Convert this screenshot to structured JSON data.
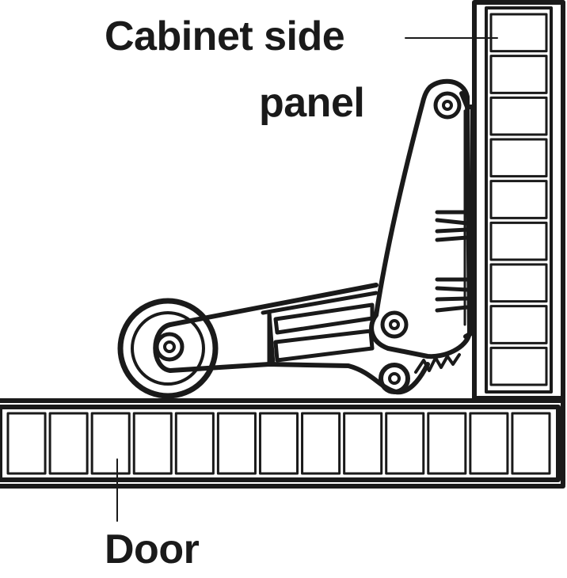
{
  "labels": {
    "cabinet_line1": "Cabinet side",
    "cabinet_line2": "panel",
    "door": "Door"
  },
  "colors": {
    "ink": "#1a1a1a",
    "background": "#ffffff"
  },
  "panels": {
    "cabinet_cells": 9,
    "door_cells": 13
  }
}
